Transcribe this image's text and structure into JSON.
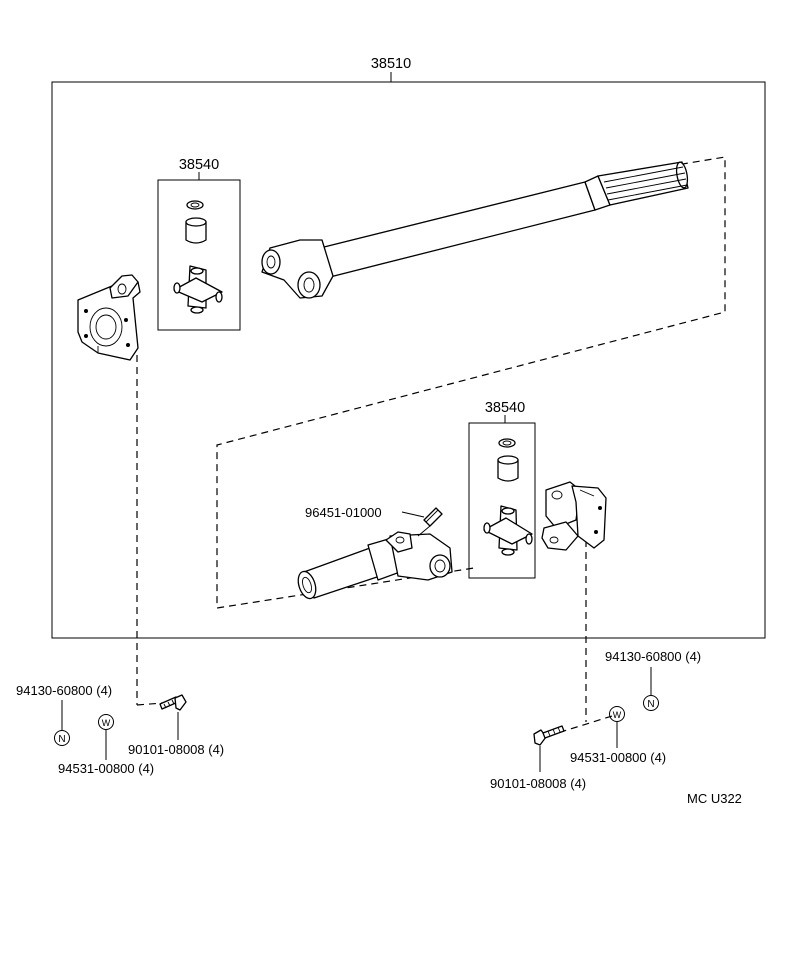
{
  "assembly": {
    "part_number": "38510"
  },
  "kits": [
    {
      "part_number": "38540"
    },
    {
      "part_number": "38540"
    }
  ],
  "grease_fitting": {
    "part_number": "96451-01000"
  },
  "left_fasteners": {
    "nut": {
      "label": "94130-60800 (4)",
      "symbol": "N"
    },
    "washer": {
      "label": "94531-00800 (4)",
      "symbol": "W"
    },
    "bolt": {
      "label": "90101-08008 (4)"
    }
  },
  "right_fasteners": {
    "nut": {
      "label": "94130-60800 (4)",
      "symbol": "N"
    },
    "washer": {
      "label": "94531-00800 (4)",
      "symbol": "W"
    },
    "bolt": {
      "label": "90101-08008 (4)"
    }
  },
  "diagram_code": "MC U322"
}
